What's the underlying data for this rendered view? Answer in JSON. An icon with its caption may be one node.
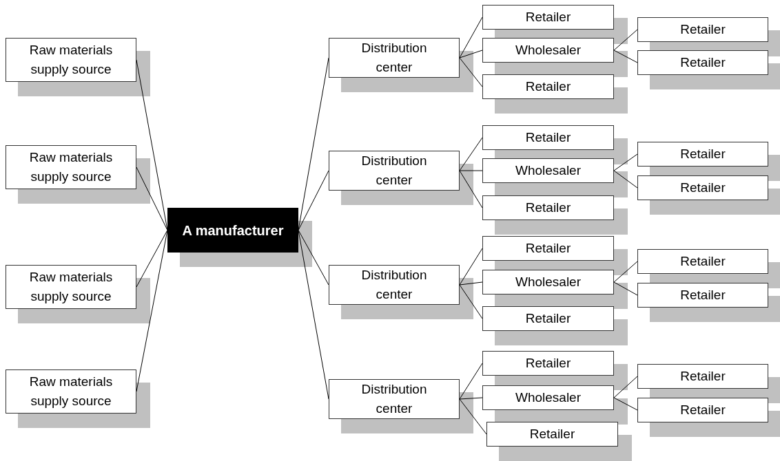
{
  "diagram": {
    "nodes": [
      {
        "text": [
          "Raw materials supply source"
        ]
      },
      {
        "text": [
          "Raw materials supply source"
        ]
      },
      {
        "text": [
          "Raw materials supply source"
        ]
      },
      {
        "text": [
          "Raw materials supply source"
        ]
      },
      {
        "text": [
          "A manufacturer"
        ]
      },
      {
        "text": [
          "Distribution center"
        ]
      },
      {
        "text": [
          "Retailer"
        ]
      },
      {
        "text": [
          "Wholesaler"
        ]
      },
      {
        "text": [
          "Retailer"
        ]
      },
      {
        "text": [
          "Retailer"
        ]
      },
      {
        "text": [
          "Retailer"
        ]
      },
      {
        "text": [
          "Distribution center"
        ]
      },
      {
        "text": [
          "Retailer"
        ]
      },
      {
        "text": [
          "Wholesaler"
        ]
      },
      {
        "text": [
          "Retailer"
        ]
      },
      {
        "text": [
          "Retailer"
        ]
      },
      {
        "text": [
          "Retailer"
        ]
      },
      {
        "text": [
          "Distribution center"
        ]
      },
      {
        "text": [
          "Retailer"
        ]
      },
      {
        "text": [
          "Wholesaler"
        ]
      },
      {
        "text": [
          "Retailer"
        ]
      },
      {
        "text": [
          "Retailer"
        ]
      },
      {
        "text": [
          "Retailer"
        ]
      },
      {
        "text": [
          "Distribution center"
        ]
      },
      {
        "text": [
          "Retailer"
        ]
      },
      {
        "text": [
          "Wholesaler"
        ]
      },
      {
        "text": [
          "Retailer"
        ]
      },
      {
        "text": [
          "Retailer"
        ]
      },
      {
        "text": [
          "Retailer"
        ]
      }
    ],
    "edges": [
      {
        "from": 0,
        "to": 4,
        "arrow": "none"
      },
      {
        "from": 1,
        "to": 4,
        "arrow": "none"
      },
      {
        "from": 2,
        "to": 4,
        "arrow": "none"
      },
      {
        "from": 3,
        "to": 4,
        "arrow": "none"
      },
      {
        "from": 4,
        "to": 5,
        "arrow": "none"
      },
      {
        "from": 4,
        "to": 11,
        "arrow": "none"
      },
      {
        "from": 4,
        "to": 17,
        "arrow": "none"
      },
      {
        "from": 4,
        "to": 23,
        "arrow": "none"
      },
      {
        "from": 5,
        "to": 6,
        "arrow": "none"
      },
      {
        "from": 5,
        "to": 7,
        "arrow": "none"
      },
      {
        "from": 5,
        "to": 8,
        "arrow": "none"
      },
      {
        "from": 7,
        "to": 9,
        "arrow": "none"
      },
      {
        "from": 7,
        "to": 10,
        "arrow": "none"
      },
      {
        "from": 11,
        "to": 12,
        "arrow": "none"
      },
      {
        "from": 11,
        "to": 13,
        "arrow": "none"
      },
      {
        "from": 11,
        "to": 14,
        "arrow": "none"
      },
      {
        "from": 13,
        "to": 15,
        "arrow": "none"
      },
      {
        "from": 13,
        "to": 16,
        "arrow": "none"
      },
      {
        "from": 17,
        "to": 18,
        "arrow": "none"
      },
      {
        "from": 17,
        "to": 19,
        "arrow": "none"
      },
      {
        "from": 17,
        "to": 20,
        "arrow": "none"
      },
      {
        "from": 19,
        "to": 21,
        "arrow": "none"
      },
      {
        "from": 19,
        "to": 22,
        "arrow": "none"
      },
      {
        "from": 23,
        "to": 24,
        "arrow": "none"
      },
      {
        "from": 23,
        "to": 25,
        "arrow": "none"
      },
      {
        "from": 23,
        "to": 26,
        "arrow": "none"
      },
      {
        "from": 25,
        "to": 27,
        "arrow": "none"
      },
      {
        "from": 25,
        "to": 28,
        "arrow": "none"
      }
    ]
  }
}
